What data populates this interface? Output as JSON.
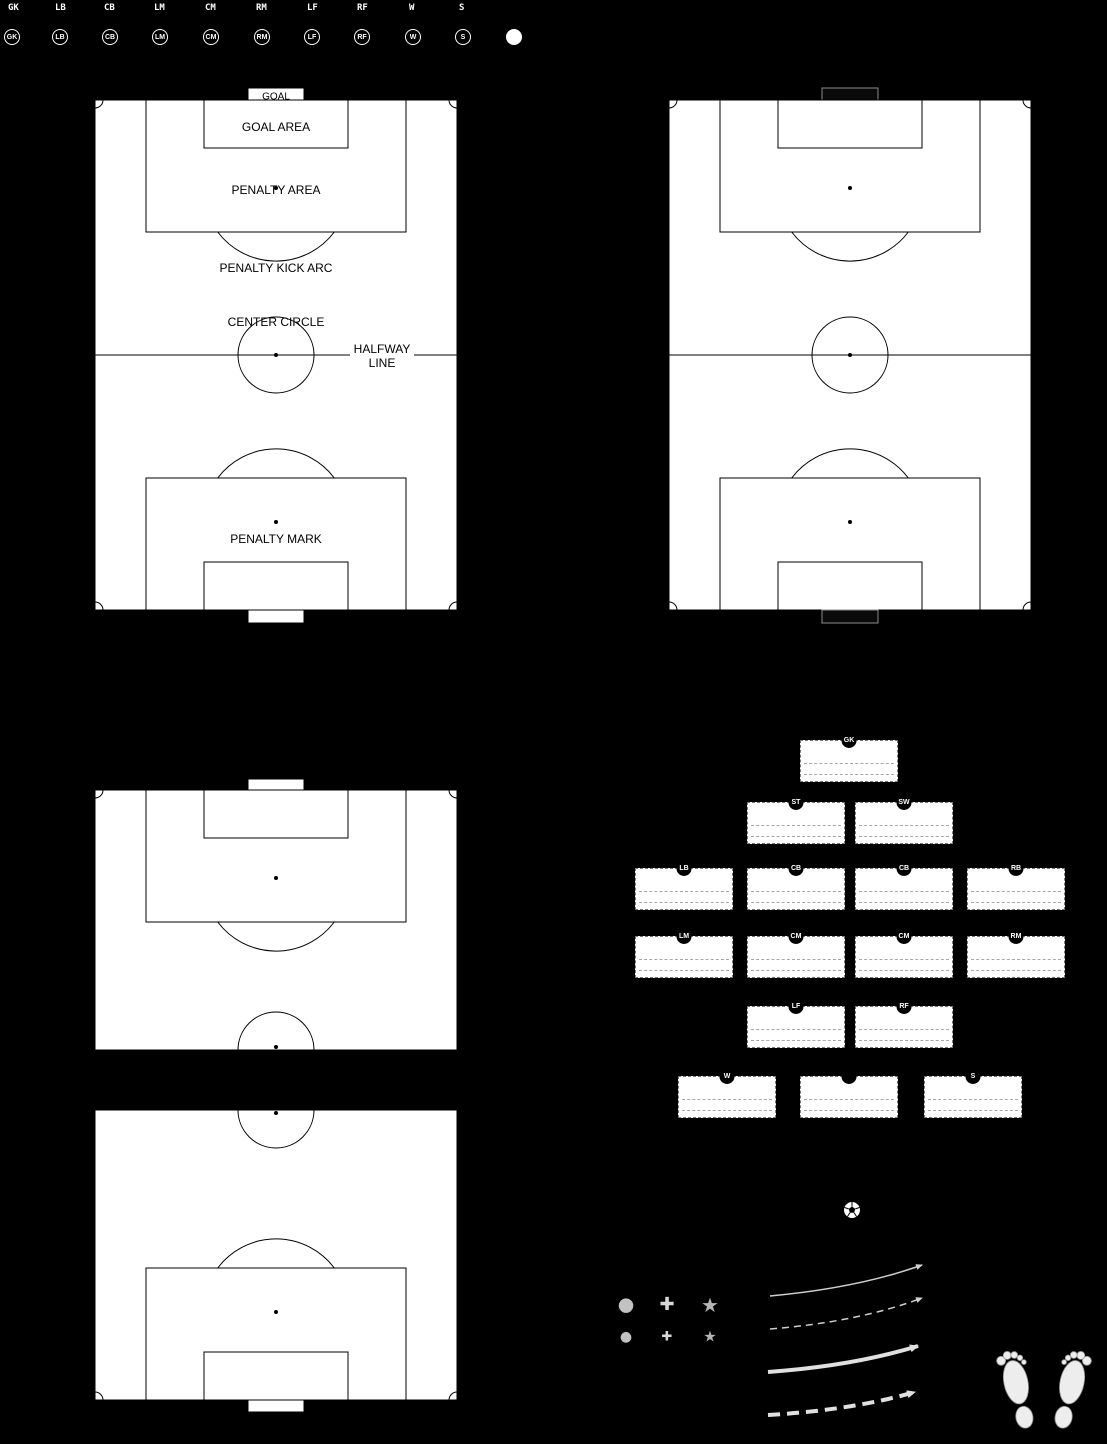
{
  "colors": {
    "background": "#000000",
    "field_fill": "#ffffff",
    "field_line": "#000000",
    "badge_fill": "#000000",
    "badge_text": "#ffffff",
    "marker_gray": "#c2c2c2"
  },
  "palette": {
    "text_labels": [
      "GK",
      "LB",
      "CB",
      "LM",
      "CM",
      "RM",
      "LF",
      "RF",
      "W",
      "S"
    ],
    "badge_labels": [
      "GK",
      "LB",
      "CB",
      "LM",
      "CM",
      "RM",
      "LF",
      "RF",
      "W",
      "S"
    ]
  },
  "labeled_field": {
    "goal": "GOAL",
    "goal_area": "GOAL AREA",
    "penalty_area": "PENALTY AREA",
    "penalty_kick_arc": "PENALTY KICK ARC",
    "center_circle": "CENTER CIRCLE",
    "halfway_line": "HALFWAY LINE",
    "penalty_mark": "PENALTY MARK"
  },
  "formation": {
    "rows": [
      [
        "GK"
      ],
      [
        "ST",
        "SW"
      ],
      [
        "LB",
        "CB",
        "CB",
        "RB"
      ],
      [
        "LM",
        "CM",
        "CM",
        "RM"
      ],
      [
        "LF",
        "RF"
      ],
      [
        "W",
        "",
        "S"
      ]
    ]
  },
  "icons": {
    "circle_marker": "●",
    "cross_marker": "✚",
    "star_marker": "★"
  }
}
